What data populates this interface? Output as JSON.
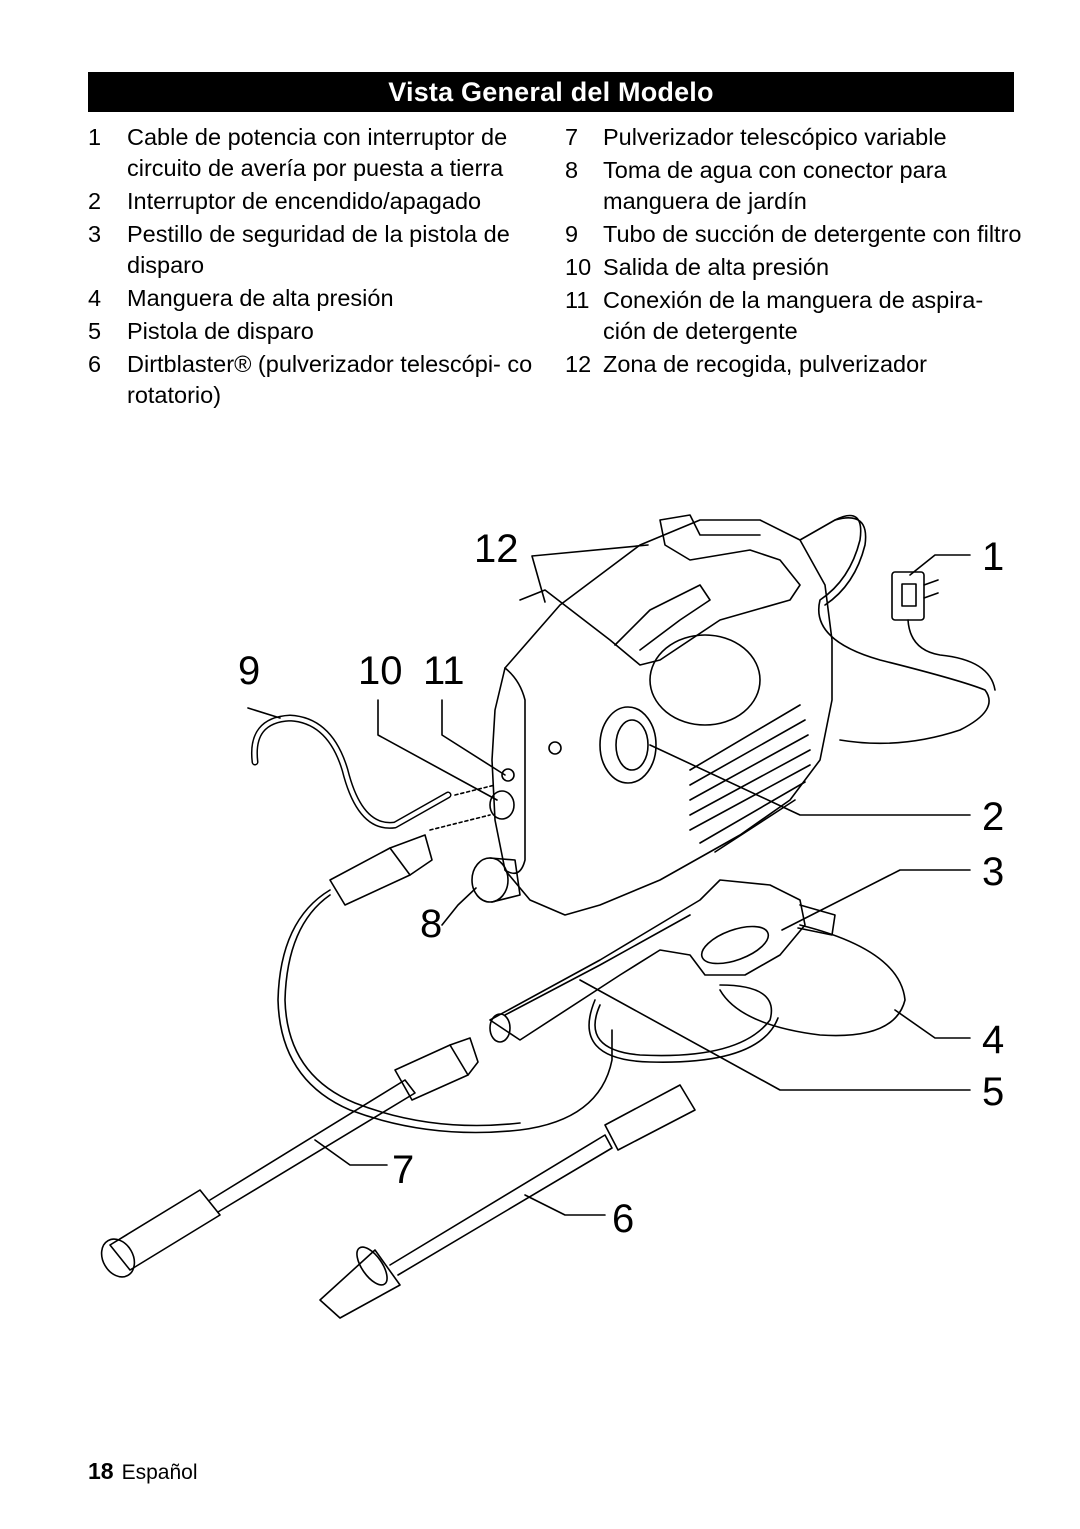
{
  "title": "Vista General del Modelo",
  "left_items": [
    {
      "num": "1",
      "text": "Cable de potencia con interruptor de circuito de avería por puesta a tierra"
    },
    {
      "num": "2",
      "text": "Interruptor de encendido/apagado"
    },
    {
      "num": "3",
      "text": "Pestillo de seguridad de la pistola de disparo"
    },
    {
      "num": "4",
      "text": "Manguera de alta presión"
    },
    {
      "num": "5",
      "text": "Pistola de disparo"
    },
    {
      "num": "6",
      "text": "Dirtblaster® (pulverizador telescópi- co rotatorio)"
    }
  ],
  "right_items": [
    {
      "num": "7",
      "text": "Pulverizador telescópico variable"
    },
    {
      "num": "8",
      "text": "Toma de agua con conector para manguera de jardín"
    },
    {
      "num": "9",
      "text": "Tubo de succión de detergente con filtro"
    },
    {
      "num": "10",
      "text": "Salida de alta presión"
    },
    {
      "num": "11",
      "text": "Conexión de la manguera de aspira- ción de detergente"
    },
    {
      "num": "12",
      "text": "Zona de recogida, pulverizador"
    }
  ],
  "callouts": {
    "c1": "1",
    "c2": "2",
    "c3": "3",
    "c4": "4",
    "c5": "5",
    "c6": "6",
    "c7": "7",
    "c8": "8",
    "c9": "9",
    "c10": "10",
    "c11": "11",
    "c12": "12"
  },
  "footer": {
    "page_number": "18",
    "language": "Español"
  }
}
